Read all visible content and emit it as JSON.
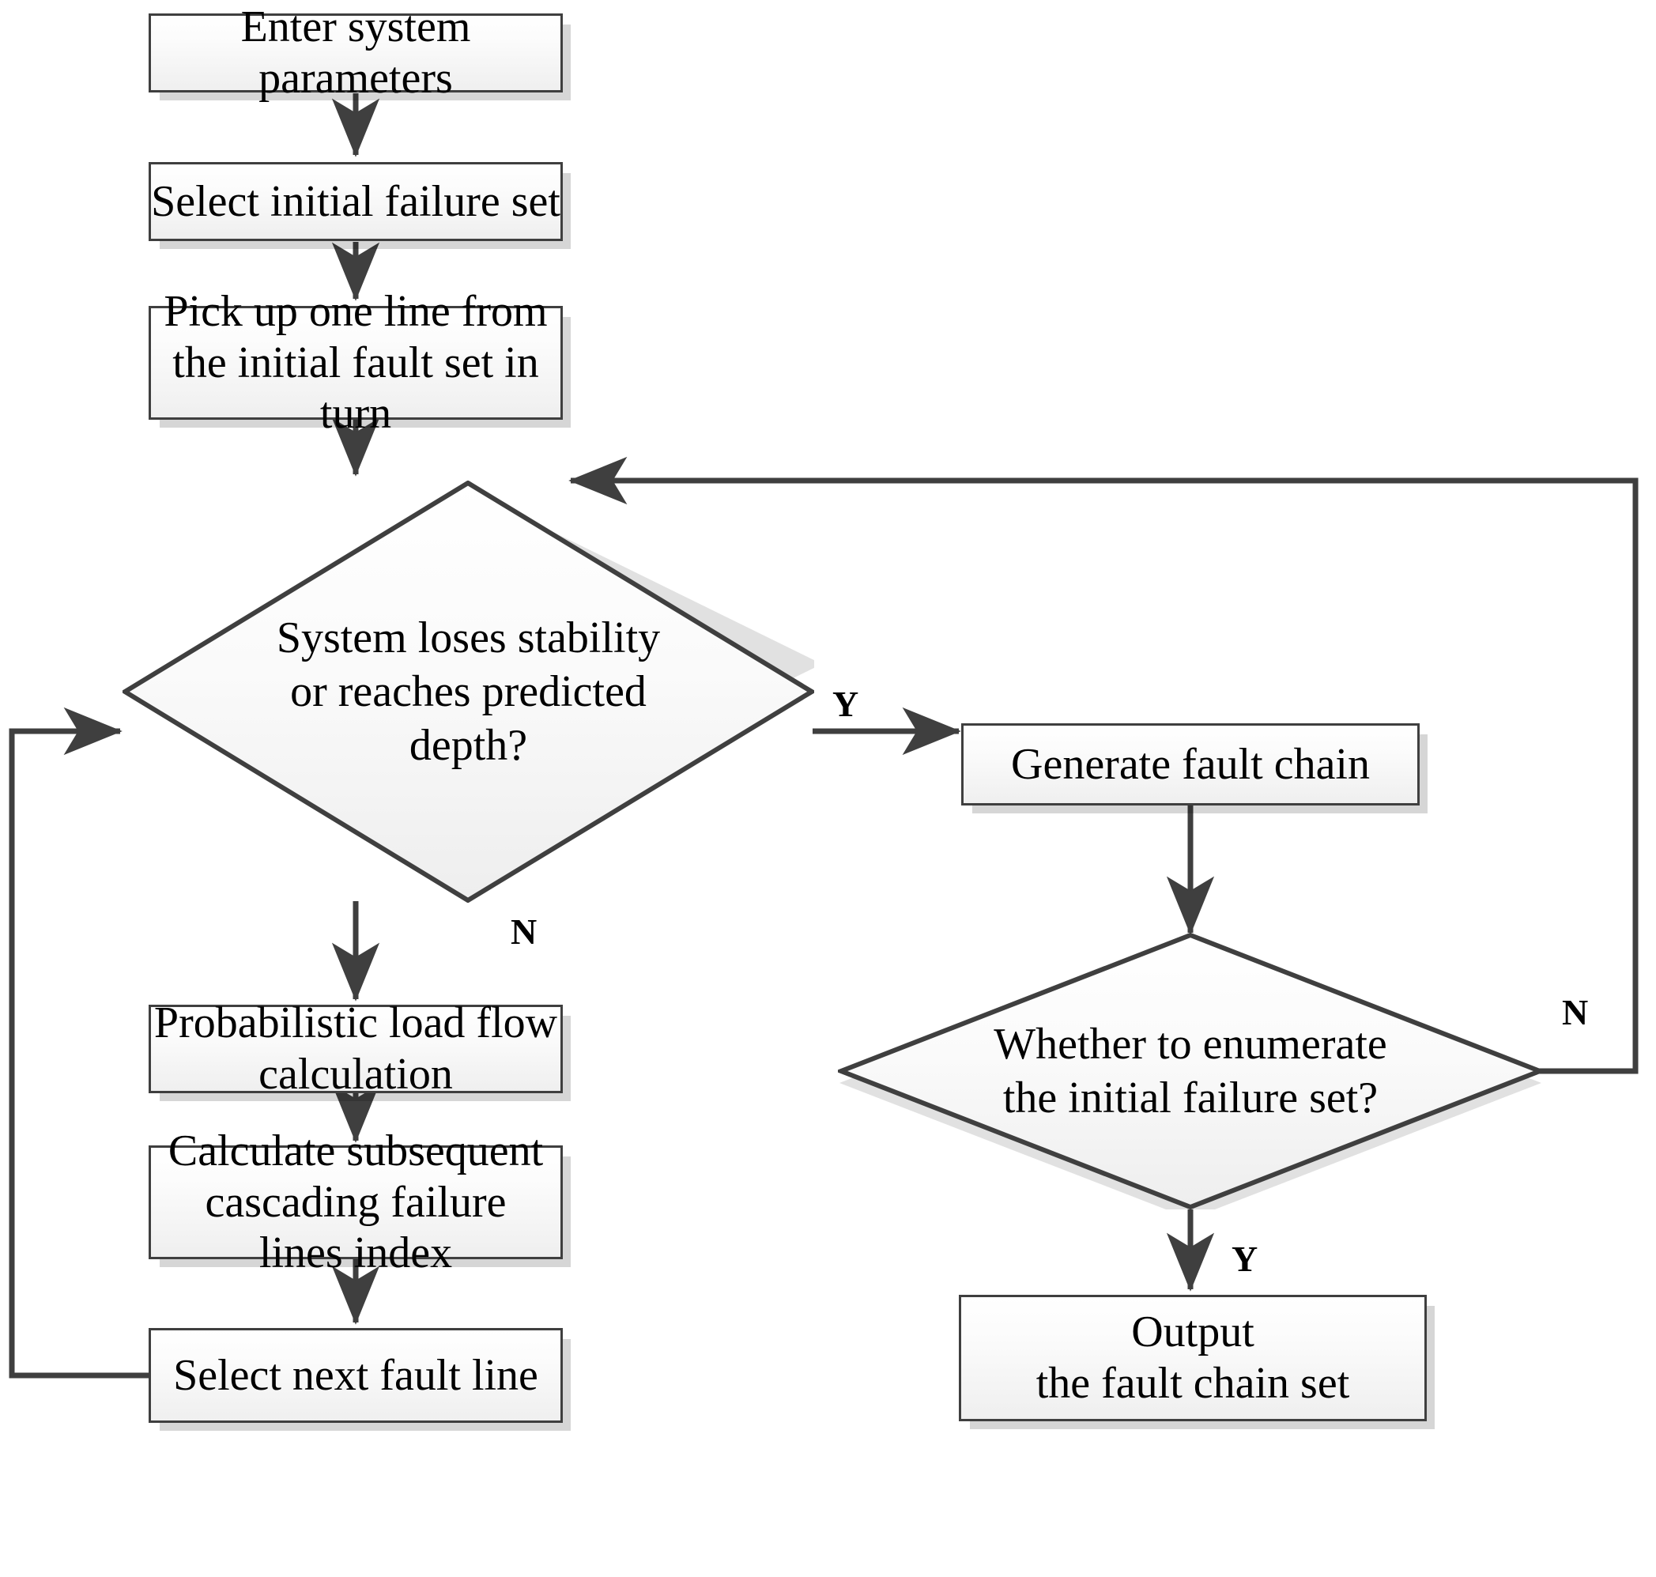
{
  "diagram": {
    "title": "Cascading failure chain generation flowchart",
    "colors": {
      "stroke": "#3f3f3f",
      "fill_top": "#ffffff",
      "fill_bottom": "#efefef",
      "shadow": "#c9c9c9",
      "text": "#000000"
    }
  },
  "nodes": {
    "enter_params": {
      "label": "Enter system parameters",
      "type": "process"
    },
    "select_initial": {
      "label": "Select initial failure set",
      "type": "process"
    },
    "pick_line": {
      "label": "Pick up one line from\nthe initial fault set in turn",
      "type": "process"
    },
    "stability_check": {
      "label": "System loses stability\nor reaches predicted\ndepth?",
      "type": "decision"
    },
    "load_flow": {
      "label": "Probabilistic load flow\ncalculation",
      "type": "process"
    },
    "cascading_index": {
      "label": "Calculate subsequent\ncascading failure\nlines index",
      "type": "process"
    },
    "next_fault_line": {
      "label": "Select next fault line",
      "type": "process"
    },
    "generate_chain": {
      "label": "Generate  fault chain",
      "type": "process"
    },
    "enumerate_check": {
      "label": "Whether to enumerate\nthe initial failure set?",
      "type": "decision"
    },
    "output_set": {
      "label": "Output\nthe fault chain set",
      "type": "process"
    }
  },
  "branch_labels": {
    "stability_yes": "Y",
    "stability_no": "N",
    "enumerate_no": "N",
    "enumerate_yes": "Y"
  }
}
